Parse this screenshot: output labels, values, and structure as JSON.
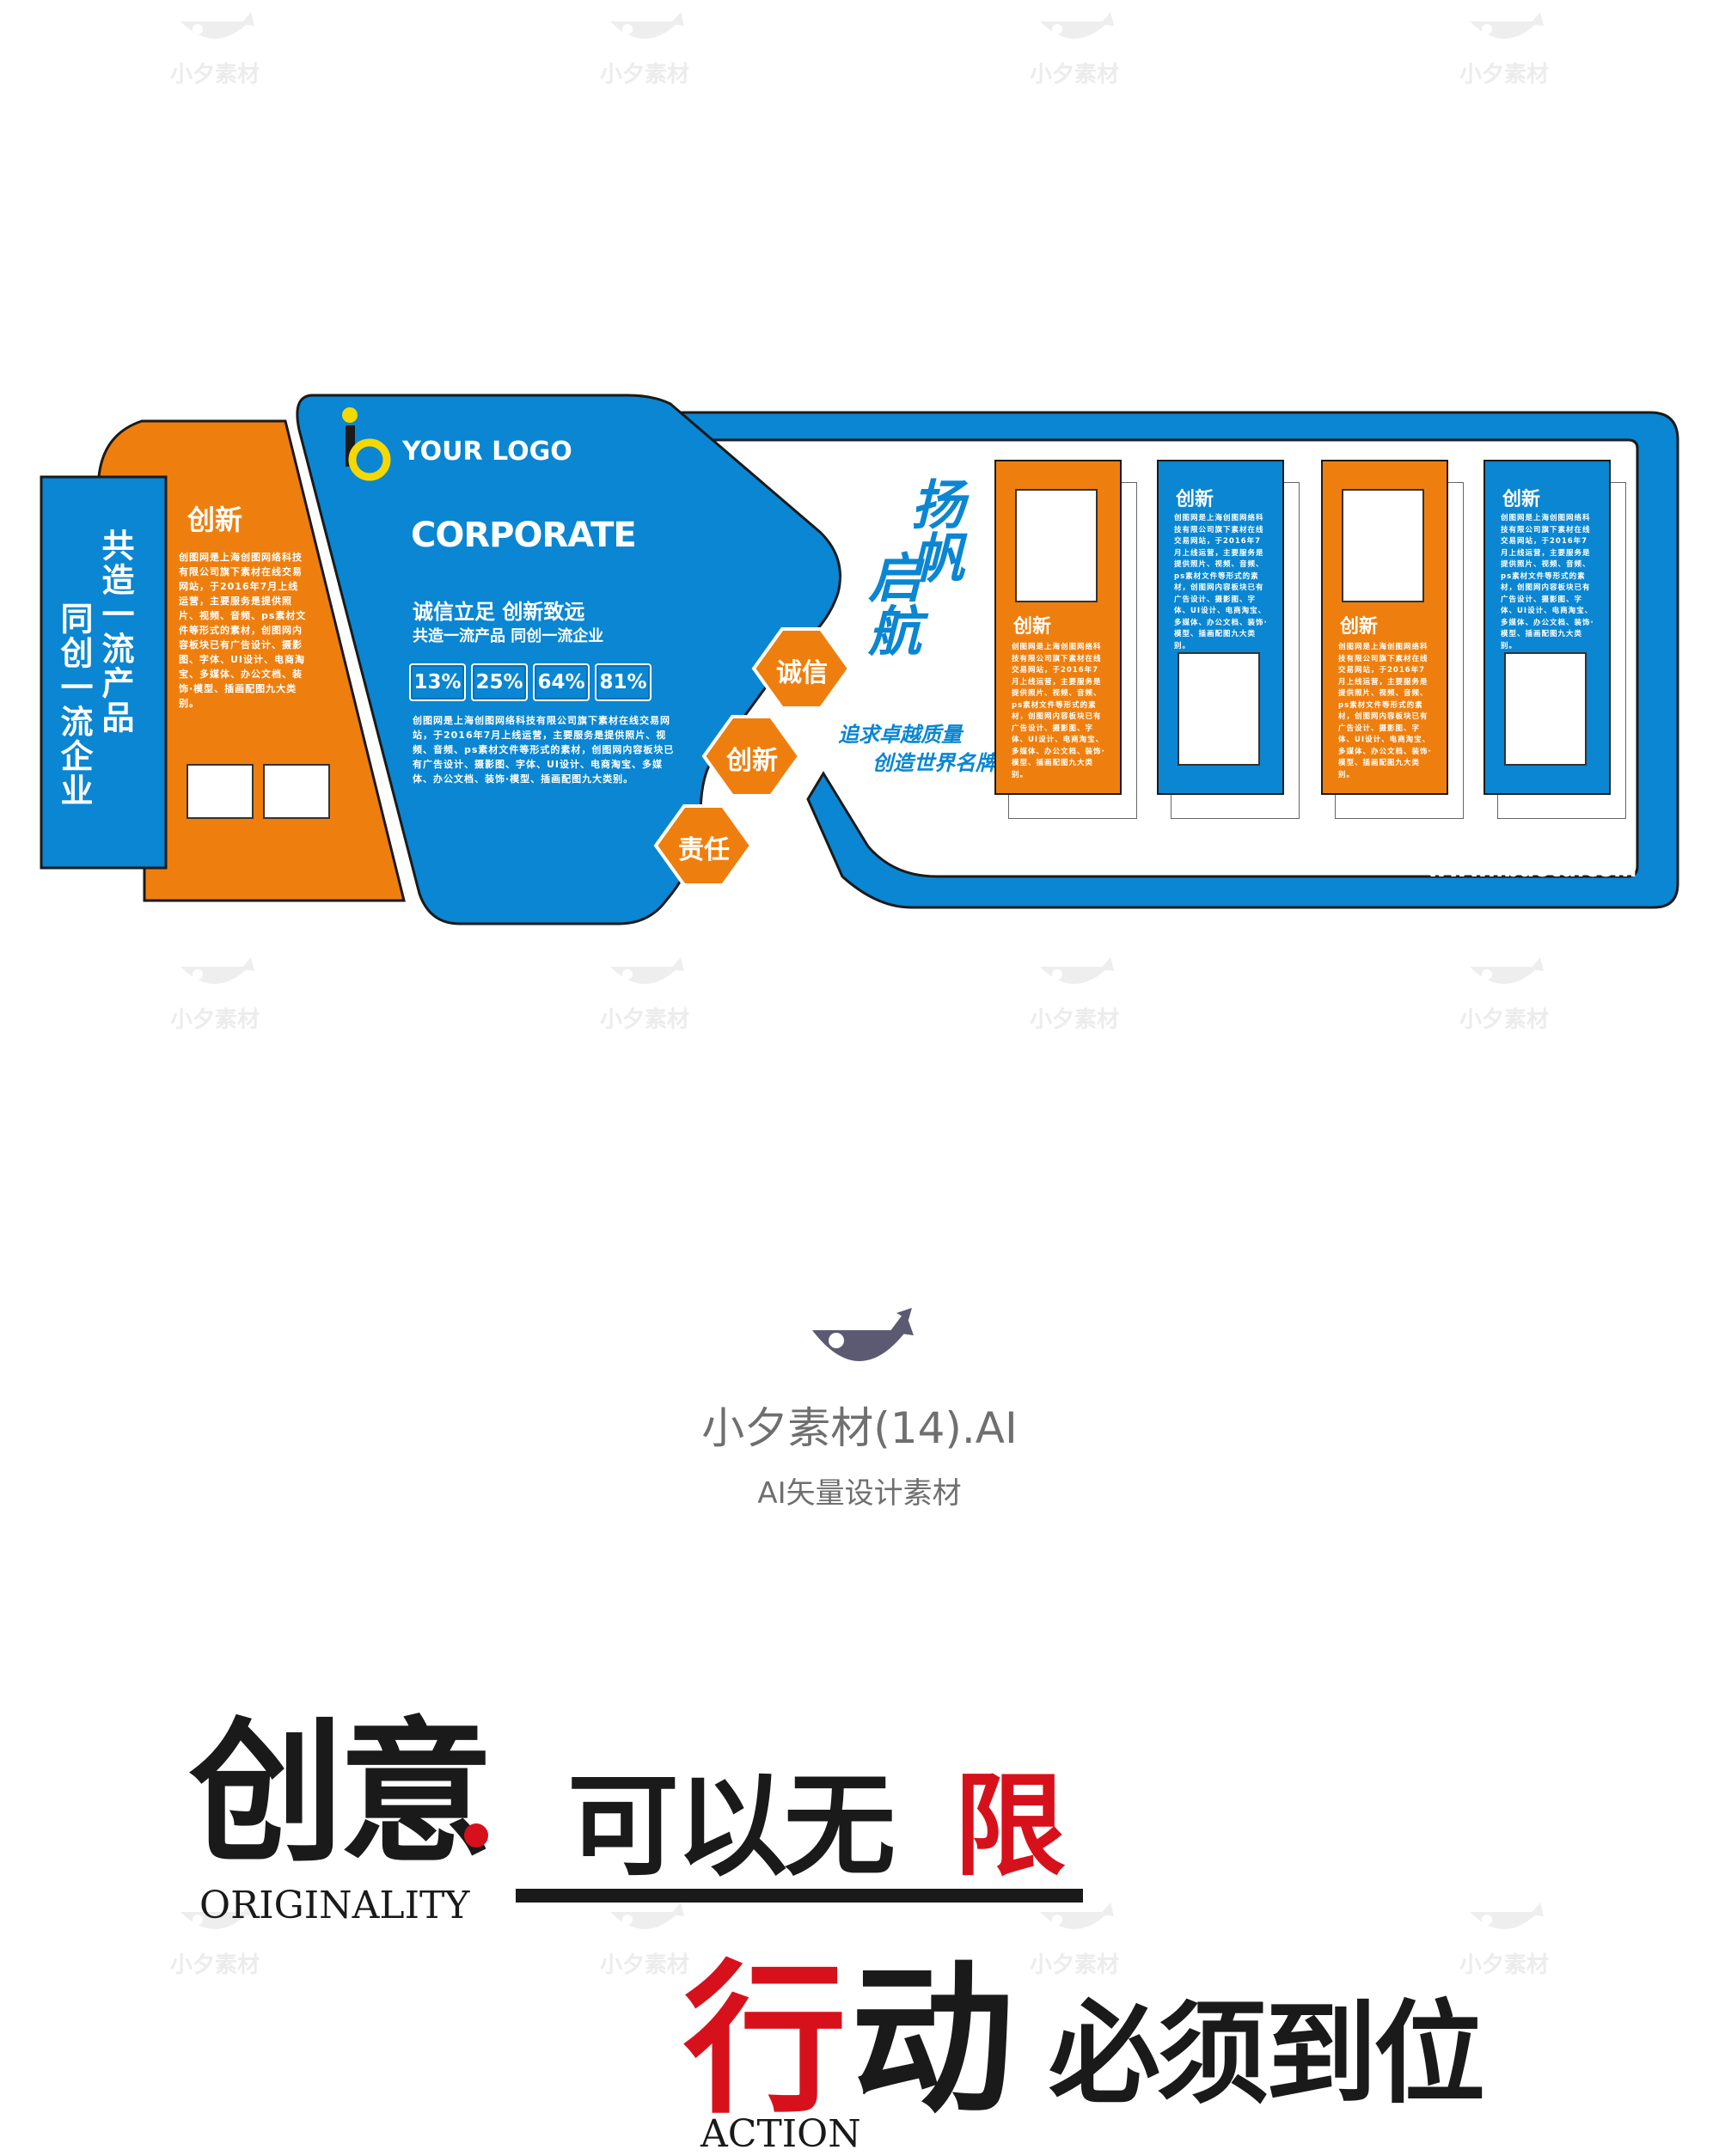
{
  "watermark": {
    "text": "小夕素材"
  },
  "board": {
    "side_slogan": {
      "col1": "同创一流企业",
      "col2": "共造一流产品"
    },
    "orange_panel": {
      "title": "创新",
      "body": "创图网是上海创图网络科技有限公司旗下素材在线交易网站，于2016年7月上线运营，主要服务是提供照片、视频、音频、ps素材文件等形式的素材，创图网内容板块已有广告设计、摄影图、字体、UI设计、电商淘宝、多媒体、办公文档、装饰·模型、插画配图九大类别。"
    },
    "logo_text": "YOUR LOGO",
    "corporate": "CORPORATE",
    "slogan1": "诚信立足 创新致远",
    "slogan2": "共造一流产品  同创一流企业",
    "percents": [
      "13%",
      "25%",
      "64%",
      "81%"
    ],
    "blue_body": "创图网是上海创图网络科技有限公司旗下素材在线交易网站，于2016年7月上线运营，主要服务是提供照片、视频、音频、ps素材文件等形式的素材，创图网内容板块已有广告设计、摄影图、字体、UI设计、电商淘宝、多媒体、办公文档、装饰·模型、插画配图九大类别。",
    "hexagons": [
      "诚信",
      "创新",
      "责任"
    ],
    "calligraphy": {
      "col1": "扬帆",
      "col2": "启航"
    },
    "tagline1": "追求卓越质量",
    "tagline2": "创造世界名牌",
    "panels": [
      {
        "title": "创新",
        "body": "创图网是上海创图网络科技有限公司旗下素材在线交易网站，于2016年7月上线运营，主要服务是提供照片、视频、音频、ps素材文件等形式的素材，创图网内容板块已有广告设计、摄影图、字体、UI设计、电商淘宝、多媒体、办公文档、装饰·模型、插画配图九大类别。"
      },
      {
        "title": "创新",
        "body": "创图网是上海创图网络科技有限公司旗下素材在线交易网站，于2016年7月上线运营，主要服务是提供照片、视频、音频、ps素材文件等形式的素材，创图网内容板块已有广告设计、摄影图、字体、UI设计、电商淘宝、多媒体、办公文档、装饰·模型、插画配图九大类别。"
      },
      {
        "title": "创新",
        "body": "创图网是上海创图网络科技有限公司旗下素材在线交易网站，于2016年7月上线运营，主要服务是提供照片、视频、音频、ps素材文件等形式的素材，创图网内容板块已有广告设计、摄影图、字体、UI设计、电商淘宝、多媒体、办公文档、装饰·模型、插画配图九大类别。"
      },
      {
        "title": "创新",
        "body": "创图网是上海创图网络科技有限公司旗下素材在线交易网站，于2016年7月上线运营，主要服务是提供照片、视频、音频、ps素材文件等形式的素材，创图网内容板块已有广告设计、摄影图、字体、UI设计、电商淘宝、多媒体、办公文档、装饰·模型、插画配图九大类别。"
      }
    ],
    "website": "www.ibaotu.com"
  },
  "file_info": {
    "filename": "小夕素材(14).AI",
    "subtitle": "AI矢量设计素材"
  },
  "promo": {
    "line1_big": "创意",
    "line1_rest": "可以无",
    "line1_red": "限",
    "line1_en": "ORIGINALITY",
    "line2_red": "行",
    "line2_black": "动",
    "line2_rest": "必须到位",
    "line2_en": "ACTION"
  },
  "colors": {
    "blue": "#0a86d2",
    "orange": "#ee7f0e",
    "red": "#d7111b",
    "dark": "#1a1a1a",
    "logo_yellow": "#f5d800",
    "grey_text": "#6f6f6f"
  }
}
